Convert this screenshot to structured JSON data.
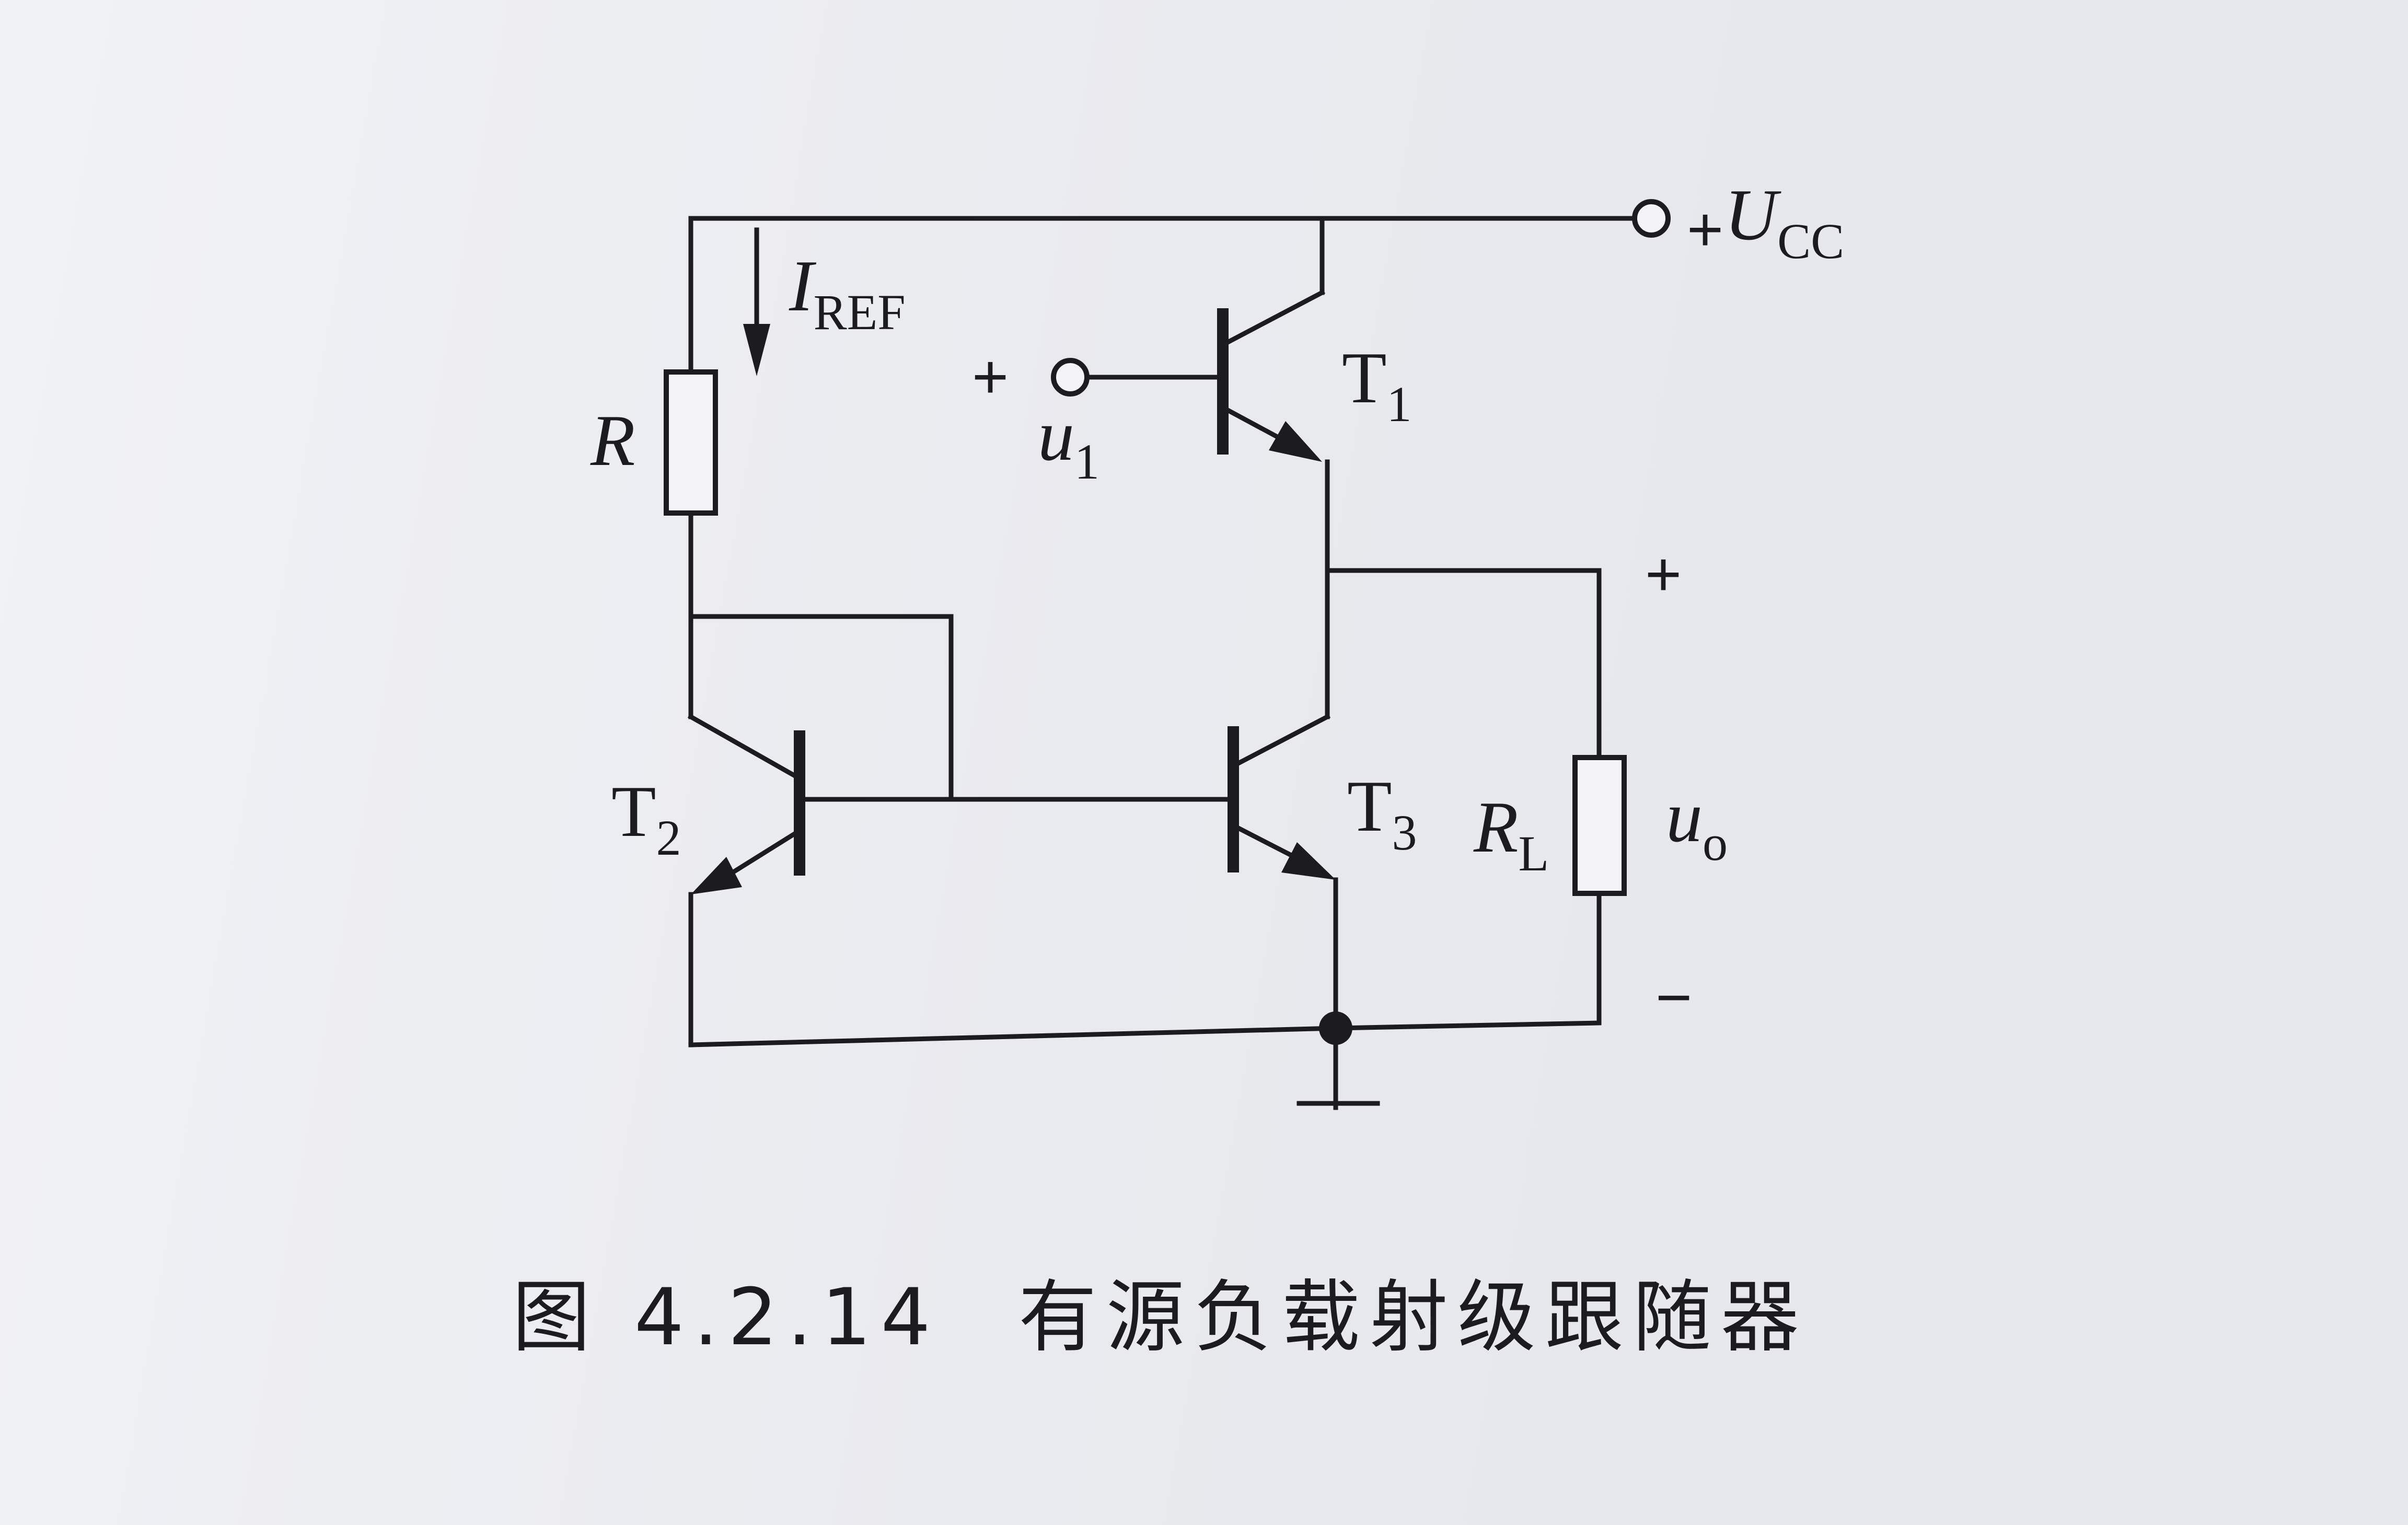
{
  "labels": {
    "supply": {
      "main": "U",
      "sub": "CC",
      "sign": "+"
    },
    "reference_current": {
      "main": "I",
      "sub": "REF"
    },
    "resistor": "R",
    "input": {
      "main": "u",
      "sub": "1",
      "sign": "+"
    },
    "t1": {
      "main": "T",
      "sub": "1"
    },
    "t2": {
      "main": "T",
      "sub": "2"
    },
    "t3": {
      "main": "T",
      "sub": "3"
    },
    "load": {
      "main": "R",
      "sub": "L"
    },
    "output": {
      "main": "u",
      "sub": "o",
      "plus": "+",
      "minus": "−"
    }
  },
  "caption": {
    "number": "图 4.2.14",
    "title": "有源负载射级跟随器"
  },
  "colors": {
    "ink": "#1c1c1f",
    "paper": "#ecedf0"
  }
}
